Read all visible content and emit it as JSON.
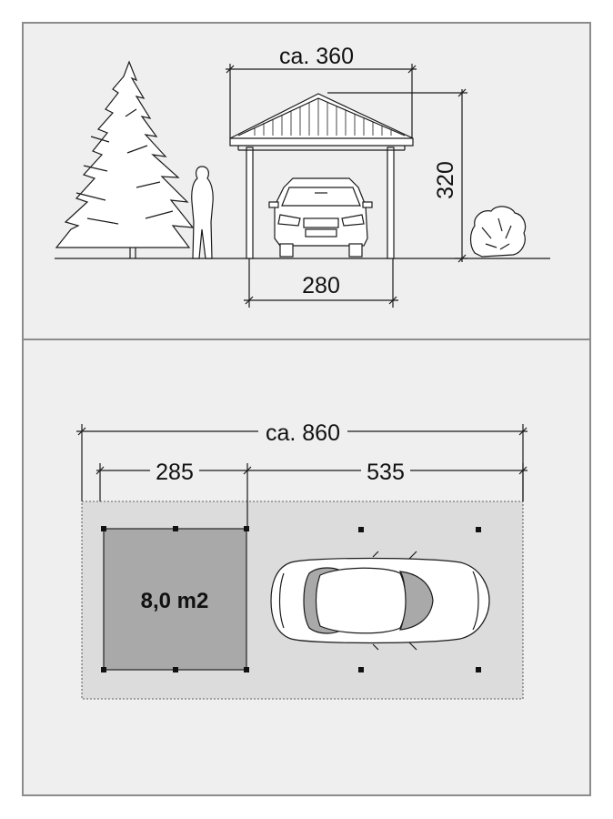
{
  "elevation": {
    "roof_width_label": "ca. 360",
    "height_label": "320",
    "post_span_label": "280"
  },
  "plan": {
    "total_length_label": "ca. 860",
    "shed_length_label": "285",
    "carport_length_label": "535",
    "shed_area_label": "8,0 m2"
  },
  "colors": {
    "panel_background": "#efefef",
    "frame_border": "#8c8c8c",
    "plot_area": "#dcdcdc",
    "shed_fill": "#a9a9a9",
    "line": "#1a1a1a"
  }
}
